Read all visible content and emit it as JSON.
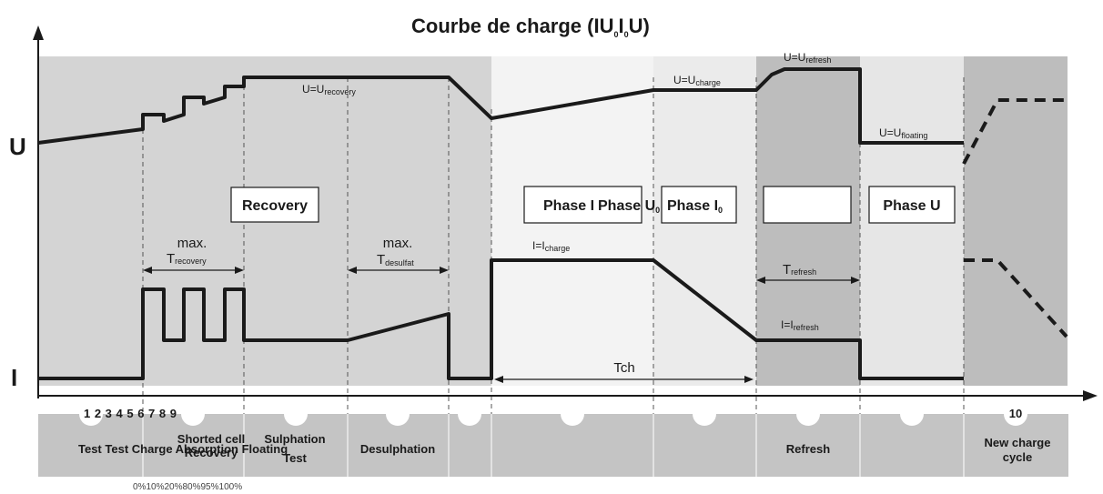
{
  "title": {
    "main": "Courbe de charge (IU",
    "sub1": "0",
    "mid": "I",
    "sub2": "0",
    "end": "U)"
  },
  "axes": {
    "u": "U",
    "i": "I"
  },
  "voltage_labels": {
    "recovery": {
      "base": "U=U",
      "sub": "recovery"
    },
    "charge": {
      "base": "U=U",
      "sub": "charge"
    },
    "refresh": {
      "base": "U=U",
      "sub": "refresh"
    },
    "floating": {
      "base": "U=U",
      "sub": "floating"
    }
  },
  "current_labels": {
    "charge": {
      "base": "I=I",
      "sub": "charge"
    },
    "refresh": {
      "base": "I=I",
      "sub": "refresh"
    }
  },
  "boxes": {
    "recovery": "Recovery",
    "phase_i": "Phase I",
    "phase_u0": "Phase U",
    "phase_u0_sub": "0",
    "phase_i0": "Phase I",
    "phase_i0_sub": "0",
    "blank": "",
    "phase_u": "Phase U"
  },
  "max_recovery": {
    "top": "max.",
    "base": "T",
    "sub": "recovery"
  },
  "max_desulfat": {
    "top": "max.",
    "base": "T",
    "sub": "desulfat"
  },
  "t_refresh": {
    "base": "T",
    "sub": "refresh"
  },
  "tch": "Tch",
  "step_numbers": "1 2 3 4 5 6 7 8 9",
  "step_ten": "10",
  "stages": {
    "test": "Test Test Charge Absorption Floating",
    "shorted_cell_1": "Shorted cell",
    "shorted_cell_2": "Recovery",
    "sulphation_1": "Sulphation",
    "sulphation_2": "Test",
    "desulphation": "Desulphation",
    "refresh": "Refresh",
    "new_charge_1": "New charge",
    "new_charge_2": "cycle"
  },
  "percent_scale": "0%10%20%80%95%100%",
  "colors": {
    "dark": "#1a1a1a",
    "grey_dark": "#c8c8c8",
    "grey_mid": "#d9d9d9",
    "grey_light": "#eeeeee",
    "white_zone": "#f6f6f6",
    "stage_bar": "#c4c4c4"
  }
}
